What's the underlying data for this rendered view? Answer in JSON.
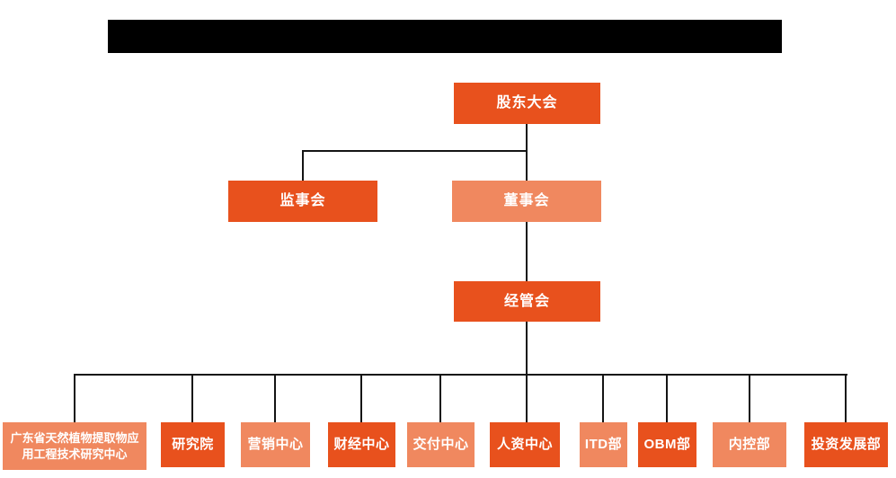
{
  "colors": {
    "primary": "#E8511D",
    "secondary": "#F0885F",
    "line": "#141414",
    "redacted_bar": "#000000",
    "text": "#FFFFFF"
  },
  "org": {
    "top": {
      "label": "股东大会",
      "variant": "dark"
    },
    "level2": [
      {
        "label": "监事会",
        "variant": "dark"
      },
      {
        "label": "董事会",
        "variant": "light"
      }
    ],
    "level3": {
      "label": "经管会",
      "variant": "dark"
    },
    "departments": [
      {
        "label": "广东省天然植物提取物应用工程技术研究中心",
        "variant": "light"
      },
      {
        "label": "研究院",
        "variant": "dark"
      },
      {
        "label": "营销中心",
        "variant": "light"
      },
      {
        "label": "财经中心",
        "variant": "dark"
      },
      {
        "label": "交付中心",
        "variant": "light"
      },
      {
        "label": "人资中心",
        "variant": "dark"
      },
      {
        "label": "ITD部",
        "variant": "light"
      },
      {
        "label": "OBM部",
        "variant": "dark"
      },
      {
        "label": "内控部",
        "variant": "light"
      },
      {
        "label": "投资发展部",
        "variant": "dark"
      }
    ]
  }
}
